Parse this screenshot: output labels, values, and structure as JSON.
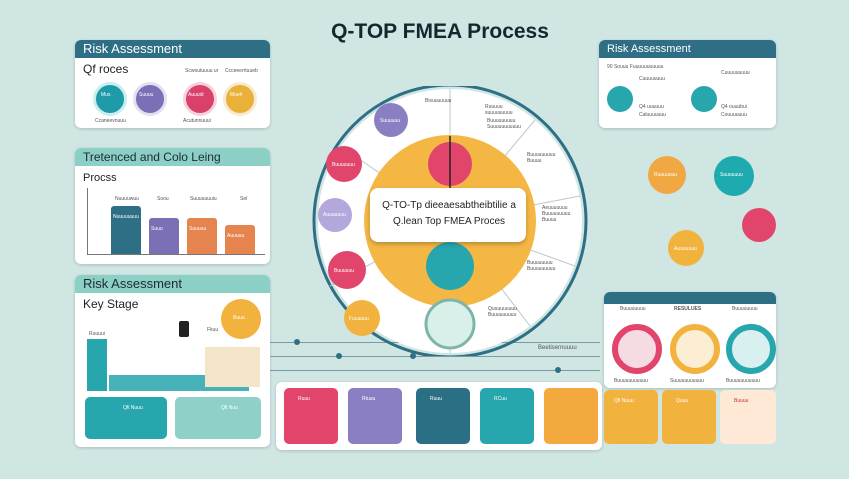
{
  "title": "Q-TOP FMEA Process",
  "left_top": {
    "header": "Risk Assessment",
    "sub": "Qf roces",
    "caps": [
      "Scwoutuuuu ur",
      "Ccceeerrtuueb",
      "Ccaneevnuuu",
      "Acutunnuuui"
    ],
    "icons": [
      "Mus",
      "Suuuu",
      "Auuuid",
      "Mueh"
    ],
    "colors": [
      "#1f9aa8",
      "#7b6fb5",
      "#d9416a",
      "#e9b13a"
    ]
  },
  "left_mid": {
    "header": "Tretenced and Colo Leing",
    "sub": "Procss",
    "bar_labels": [
      "Nuuuuwuu",
      "Soou",
      "Suuuuuuuiu",
      "Sel"
    ],
    "bar_values": [
      1.0,
      0.75,
      0.75,
      0.6
    ],
    "bar_colors": [
      "#2f6f86",
      "#7b6fb5",
      "#e5844e",
      "#e5844e"
    ],
    "bar_captions": [
      "Nuuuuuuuu",
      "Suuu",
      "Suuuuu",
      "Auuuuu"
    ]
  },
  "left_bottom": {
    "header": "Risk Assessment",
    "sub": "Key Stage",
    "badge": "Buuu",
    "label_a": "Ruuuui",
    "label_b": "Fkuu",
    "cards": [
      "Qfi Nuuu",
      "Qfi Nuu"
    ]
  },
  "center": {
    "line1": "Q-TO-Tp dieeaesabtheibtilie a",
    "line2": "Q.lean Top FMEA Proces",
    "sector_labels": [
      "Bisuuuuuuu",
      "Ruuuuu\nsuuuuuuuuu",
      "Buuuuuuuuu\nSuuuuuuuuuuu",
      "Buuuuuuuuu\nBuuuu",
      "Aeuuuuuuu\nBuuuuuuuuu\nBuuuu",
      "Buuuuuuuu\nBuuuuuuuuu",
      "Quuuuuuuuu\nBuuuuuuuuu"
    ],
    "left_circles": [
      "Suuuuuu",
      "Buuuuuuu",
      "Auuuuuuu",
      "Buuuuuu",
      "Fuuuuuu"
    ],
    "caption": "Beetisernuuuu"
  },
  "right_top": {
    "header": "Risk Assessment",
    "sub": "90 Souuu Fuuuuuuuuuuu",
    "items": [
      "Cuuuuuuuu",
      "Cuuuuuuuuu",
      "Q4 uuuuuu",
      "Caluuuuuuu",
      "Q4 ouuubui",
      "Couuuuuuu"
    ]
  },
  "right_mid": {
    "circles": [
      "Ruuuuuuu",
      "Suuuuuuu",
      "Auuuuuuu"
    ],
    "colors": [
      "#f0a843",
      "#1faab0",
      "#e2456c"
    ]
  },
  "right_bottom": {
    "titles": [
      "Buuuuuuuu",
      "RESULUES",
      "Buuuuuuuu"
    ],
    "captions": [
      "Buuuuuuuuuuu",
      "Suuuuuuuuuuu",
      "Buuuuuuuuuuu"
    ],
    "cards": [
      "Qfi Nuuu",
      "Quuu",
      "Buuuu"
    ]
  },
  "bottom_cards": [
    {
      "title": "Ruuu",
      "color": "#e2456c"
    },
    {
      "title": "Rtuuu",
      "color": "#8b7fc4"
    },
    {
      "title": "Ruuu",
      "color": "#2a6f84"
    },
    {
      "title": "RCuu",
      "color": "#27a6ad"
    },
    {
      "title": "",
      "color": "#f2a93e"
    }
  ]
}
